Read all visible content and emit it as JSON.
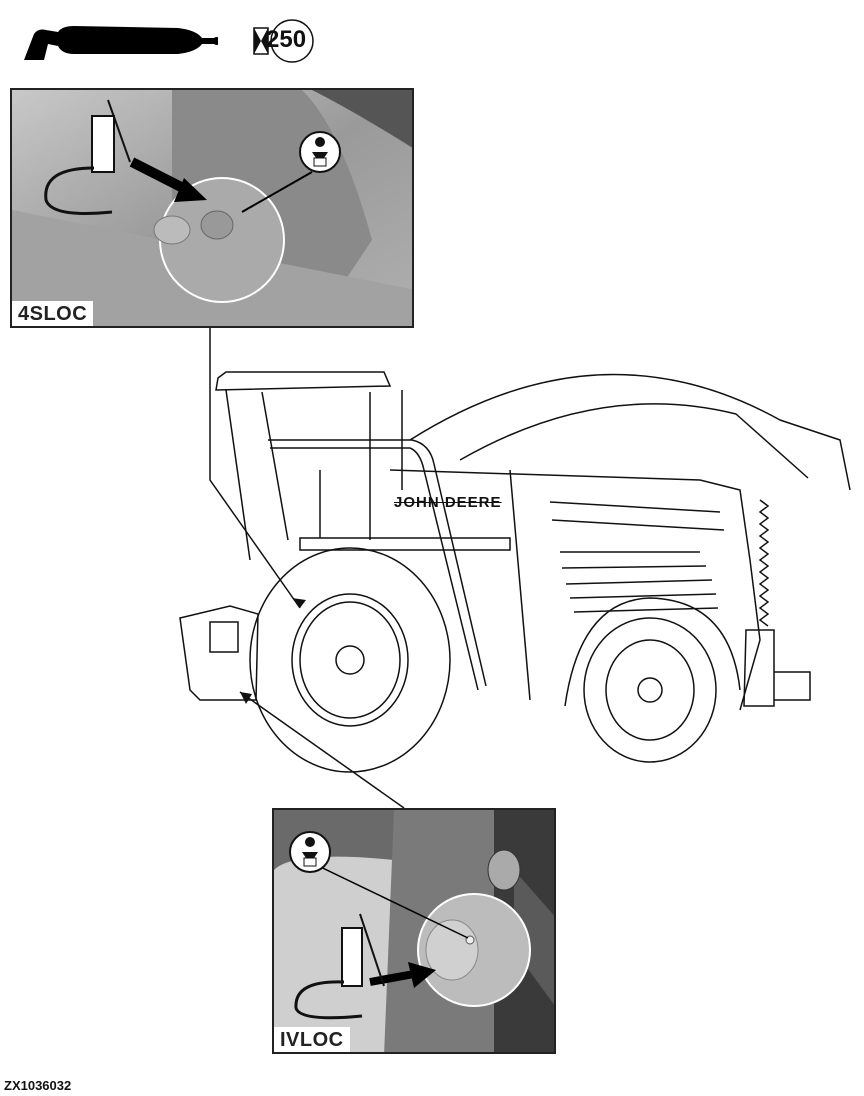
{
  "header": {
    "tool_icon": "grease-gun-icon",
    "service_interval": {
      "icon": "hourglass-interval-icon",
      "hours": "250"
    }
  },
  "callouts": [
    {
      "id": "top-photo",
      "location_code": "4SLOC",
      "tool_icon": "grease-gun-icon",
      "symbol_icon": "lubrication-fitting-icon",
      "target": "front-wheel-area"
    },
    {
      "id": "bottom-photo",
      "location_code": "IVLOC",
      "tool_icon": "grease-gun-icon",
      "symbol_icon": "lubrication-fitting-icon",
      "target": "front-lower-area"
    }
  ],
  "machine": {
    "brand_text": "JOHN DEERE",
    "type": "self-propelled forage harvester"
  },
  "figure_id": "ZX1036032",
  "colors": {
    "line": "#111111",
    "photo_bg_light": "#b8b8b8",
    "photo_bg_dark": "#555555"
  }
}
